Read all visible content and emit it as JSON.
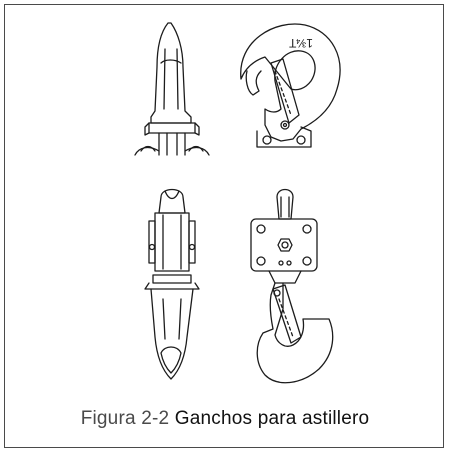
{
  "figure": {
    "caption_label": "Figura 2-2",
    "caption_title": "Ganchos para astillero",
    "hook_stamp": "1¾T"
  }
}
